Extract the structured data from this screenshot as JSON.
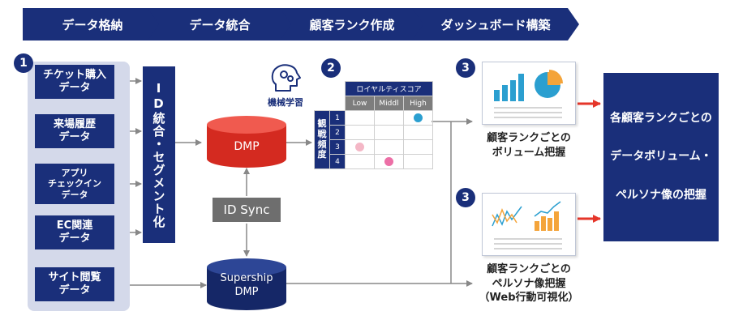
{
  "steps": [
    "データ格納",
    "データ統合",
    "顧客ランク作成",
    "ダッシュボード構築"
  ],
  "badges": [
    "1",
    "2",
    "3",
    "3"
  ],
  "sources": [
    {
      "lines": [
        "チケット購入",
        "データ"
      ]
    },
    {
      "lines": [
        "来場履歴",
        "データ"
      ]
    },
    {
      "lines": [
        "アプリ",
        "チェックイン",
        "データ"
      ]
    },
    {
      "lines": [
        "EC関連",
        "データ"
      ]
    },
    {
      "lines": [
        "サイト閲覧",
        "データ"
      ]
    }
  ],
  "id_integration": "ID統合・セグメント化",
  "dmp": "DMP",
  "id_sync": "ID Sync",
  "supership": [
    "Supership",
    "DMP"
  ],
  "ml_label": "機械学習",
  "score_table": {
    "title": "ロイヤルティスコア",
    "columns": [
      "Low",
      "Middl",
      "High"
    ],
    "row_title": [
      "観",
      "戦",
      "頻",
      "度"
    ],
    "rows": [
      "1",
      "2",
      "3",
      "4"
    ],
    "dots": [
      {
        "row": 1,
        "col": 3,
        "color": "#2b9fd0"
      },
      {
        "row": 3,
        "col": 1,
        "color": "#f4b7c6"
      },
      {
        "row": 4,
        "col": 2,
        "color": "#ec6fa6"
      }
    ]
  },
  "volume_caption": [
    "顧客ランクごとの",
    "ボリューム把握"
  ],
  "persona_caption": [
    "顧客ランクごとの",
    "ペルソナ像把握",
    "（Web行動可視化）"
  ],
  "result": [
    "各顧客ランクごとの",
    "データボリューム・",
    "ペルソナ像の把握"
  ],
  "colors": {
    "navy": "#1a2f7a",
    "dmp_red": "#e5362a",
    "arrow_red": "#e5362a",
    "gray": "#6e6e6e",
    "panel": "#d4d9ea",
    "bar_blue": "#2b9fd0",
    "pie_orange": "#f4a43a"
  }
}
